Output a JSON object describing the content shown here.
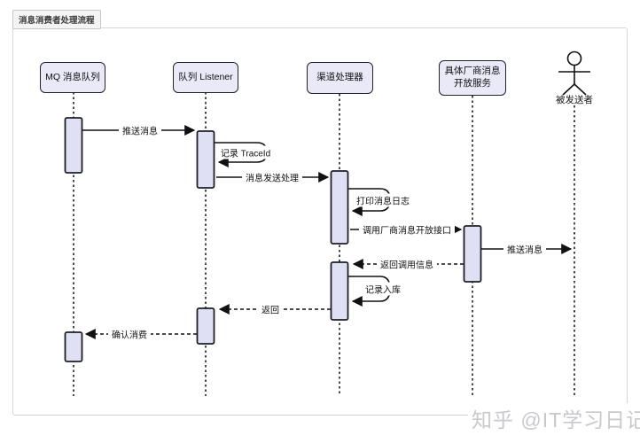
{
  "header": {
    "title": "消息消费者处理流程"
  },
  "watermark": {
    "text": "知乎 @IT学习日记"
  },
  "participants": [
    {
      "label": "MQ 消息队列",
      "type": "object"
    },
    {
      "label": "队列 Listener",
      "type": "object"
    },
    {
      "label": "渠道处理器",
      "type": "object"
    },
    {
      "label": "具体厂商消息开放服务",
      "type": "object"
    },
    {
      "label": "被发送者",
      "type": "actor"
    }
  ],
  "messages": [
    {
      "label": "推送消息",
      "from": "MQ 消息队列",
      "to": "队列 Listener",
      "kind": "solid"
    },
    {
      "label": "记录 TraceId",
      "from": "队列 Listener",
      "to": "队列 Listener",
      "kind": "self"
    },
    {
      "label": "消息发送处理",
      "from": "队列 Listener",
      "to": "渠道处理器",
      "kind": "solid"
    },
    {
      "label": "打印消息日志",
      "from": "渠道处理器",
      "to": "渠道处理器",
      "kind": "self"
    },
    {
      "label": "调用厂商消息开放接口",
      "from": "渠道处理器",
      "to": "具体厂商消息开放服务",
      "kind": "solid"
    },
    {
      "label": "推送消息",
      "from": "具体厂商消息开放服务",
      "to": "被发送者",
      "kind": "solid"
    },
    {
      "label": "返回调用信息",
      "from": "具体厂商消息开放服务",
      "to": "渠道处理器",
      "kind": "dashed"
    },
    {
      "label": "记录入库",
      "from": "渠道处理器",
      "to": "渠道处理器",
      "kind": "self"
    },
    {
      "label": "返回",
      "from": "渠道处理器",
      "to": "队列 Listener",
      "kind": "dashed"
    },
    {
      "label": "确认消费",
      "from": "队列 Listener",
      "to": "MQ 消息队列",
      "kind": "dashed"
    }
  ],
  "colors": {
    "activation_fill": "#e0e0f5",
    "participant_fill": "#e9e9f8",
    "stroke": "#1e1e28",
    "frame_border": "#d6d6d6",
    "watermark": "#c9c9cd"
  }
}
